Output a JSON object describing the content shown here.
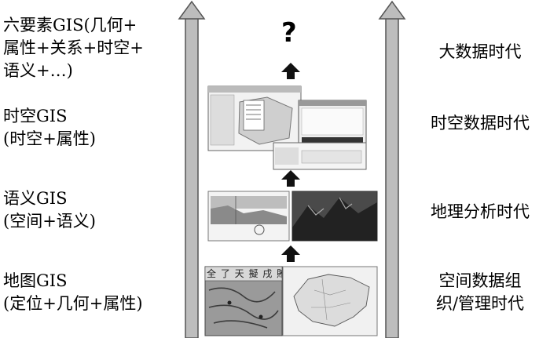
{
  "gis_stages": [
    {
      "label": "六要素GIS(几何+\n属性+关系+时空+\n语义+…)"
    },
    {
      "label": "时空GIS\n(时空+属性)"
    },
    {
      "label": "语义GIS\n(空间+语义)"
    },
    {
      "label": "地图GIS\n(定位+几何+属性)"
    }
  ],
  "eras": [
    {
      "label": "大数据时代"
    },
    {
      "label": "时空数据时代"
    },
    {
      "label": "地理分析时代"
    },
    {
      "label": "空间数据组\n织/管理时代"
    }
  ],
  "unknown_marker": "?",
  "map_title_text": "全 了 天 擬 戌 賄 大"
}
